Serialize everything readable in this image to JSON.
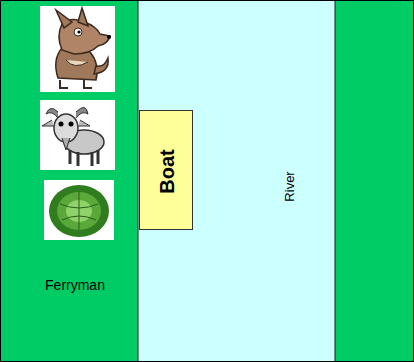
{
  "diagram": {
    "nodes": [
      {
        "text": [
          "Ferryman"
        ]
      },
      {
        "text": [
          "River"
        ]
      },
      {
        "text": [
          "Boat"
        ],
        "in": 1
      }
    ]
  }
}
